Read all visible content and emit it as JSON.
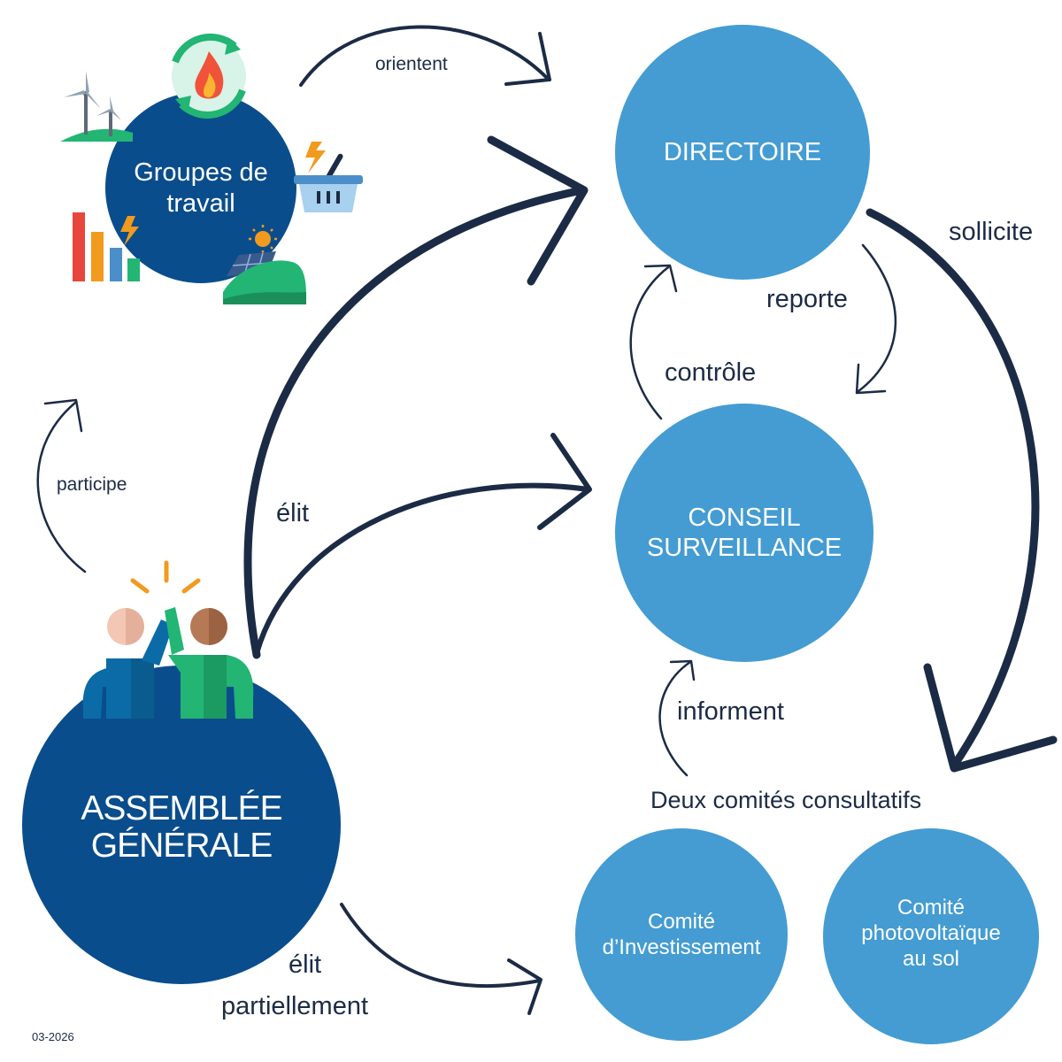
{
  "nodes": {
    "groupes_travail": "Groupes de travail",
    "directoire": "DIRECTOIRE",
    "conseil": "CONSEIL SURVEILLANCE",
    "assemblee": "ASSEMBLÉE GÉNÉRALE",
    "comite_investissement": "Comité d’Investissement",
    "comite_photovoltaique": "Comité photovoltaïque au sol"
  },
  "labels": {
    "orientent": "orientent",
    "sollicite": "sollicite",
    "reporte": "reporte",
    "controle": "contrôle",
    "elit": "élit",
    "participe": "participe",
    "informent": "informent",
    "comites_title": "Deux comités consultatifs",
    "elit_partiellement_1": "élit",
    "elit_partiellement_2": "partiellement",
    "date": "03-2026"
  },
  "colors": {
    "dark_blue": "#0a4d8c",
    "light_blue": "#449cd2",
    "navy_arrow": "#1c2b45",
    "green": "#22b573",
    "orange": "#f29a1d"
  },
  "icons": [
    "wind-turbine-icon",
    "renewable-fire-icon",
    "energy-basket-icon",
    "energy-bar-chart-icon",
    "solar-panel-icon",
    "high-five-people-icon"
  ]
}
